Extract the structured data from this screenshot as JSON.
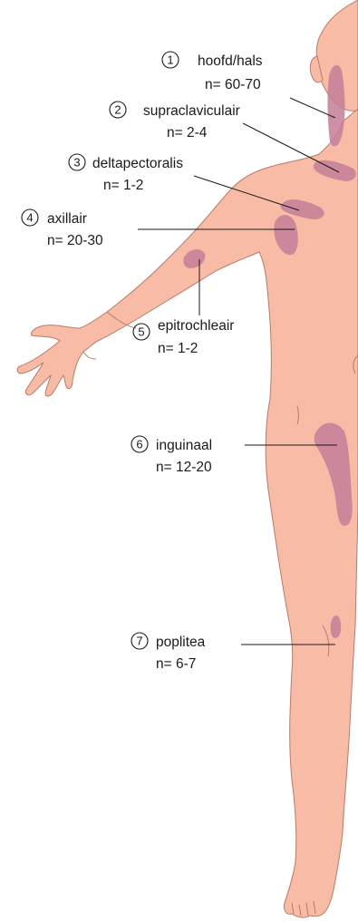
{
  "colors": {
    "skin": "#f8bca6",
    "skin_outline": "#b87a6a",
    "node": "#c47e98",
    "leader": "#1a1a1a",
    "text": "#1a1a1a"
  },
  "regions": [
    {
      "num": "1",
      "name": "hoofd/hals",
      "count": "n= 60-70"
    },
    {
      "num": "2",
      "name": "supraclaviculair",
      "count": "n= 2-4"
    },
    {
      "num": "3",
      "name": "deltapectoralis",
      "count": "n= 1-2"
    },
    {
      "num": "4",
      "name": "axillair",
      "count": "n= 20-30"
    },
    {
      "num": "5",
      "name": "epitrochleair",
      "count": "n= 1-2"
    },
    {
      "num": "6",
      "name": "inguinaal",
      "count": "n= 12-20"
    },
    {
      "num": "7",
      "name": "poplitea",
      "count": "n= 6-7"
    }
  ]
}
